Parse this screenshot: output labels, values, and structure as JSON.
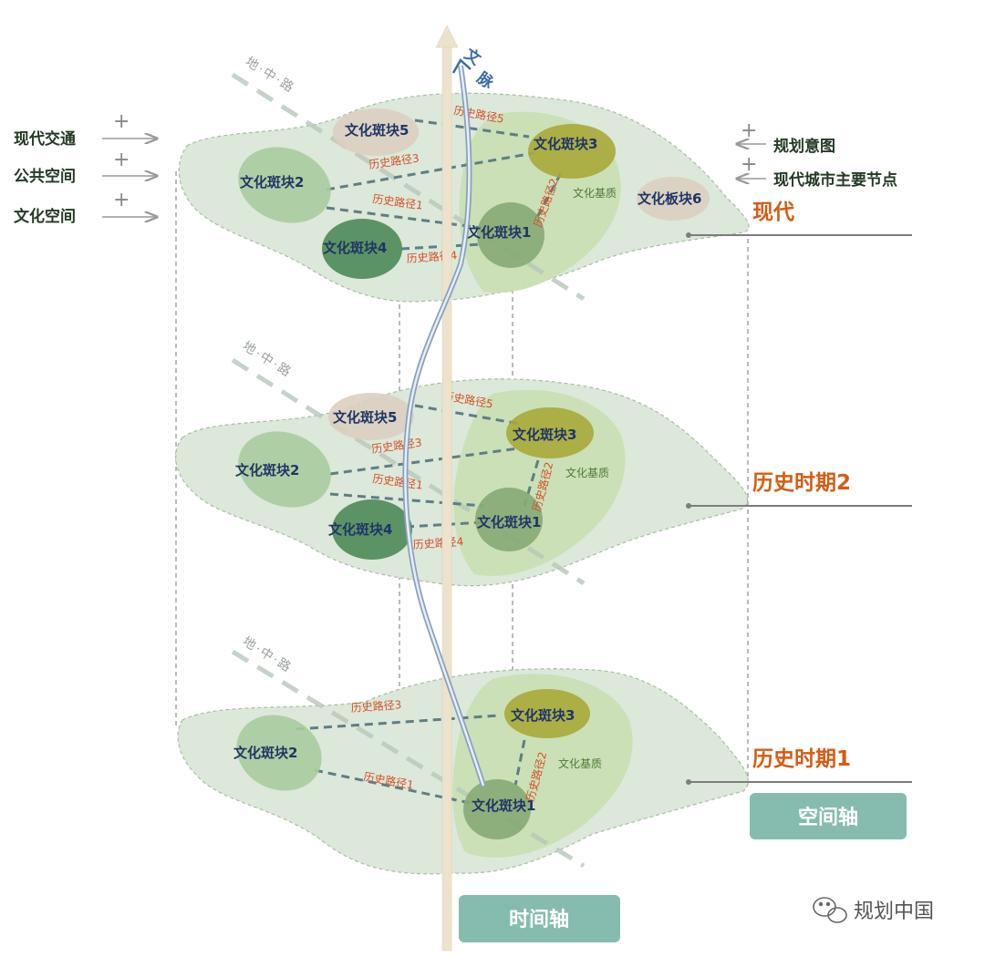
{
  "theme": {
    "layer_fill": "#d9e6d6",
    "layer_stroke": "#a9bda5",
    "highlight_fill": "#c9dfb3",
    "patch_light": "#a9cc9f",
    "patch_mid": "#86aa75",
    "patch_dark": "#4e8a57",
    "patch_olive": "#a9a83a",
    "patch_beige": "#dccfc0",
    "dash_color": "#5f7e84",
    "path_label_color": "#d5502a",
    "period_color": "#d35d14",
    "axis_badge": "#86bcb0"
  },
  "wenmai": {
    "char1": "文",
    "char2": "脉"
  },
  "left_legend": [
    {
      "label": "现代交通",
      "icon": "plus-icon"
    },
    {
      "label": "公共空间",
      "icon": "plus-icon"
    },
    {
      "label": "文化空间",
      "icon": "plus-icon"
    }
  ],
  "right_legend": [
    {
      "label": "规划意图",
      "icon": "plus-icon"
    },
    {
      "label": "现代城市主要节点",
      "icon": "plus-icon"
    }
  ],
  "layers": [
    {
      "period": "现代",
      "road": "地·中·路",
      "base": "文化基质",
      "patches": {
        "p1": "文化斑块1",
        "p2": "文化斑块2",
        "p3": "文化斑块3",
        "p4": "文化斑块4",
        "p5": "文化斑块5",
        "p6": "文化板块6"
      },
      "paths": {
        "r1": "历史路径1",
        "r2": "历史路径2",
        "r3": "历史路径3",
        "r4": "历史路径4",
        "r5": "历史路径5"
      }
    },
    {
      "period": "历史时期2",
      "road": "地·中·路",
      "base": "文化基质",
      "patches": {
        "p1": "文化斑块1",
        "p2": "文化斑块2",
        "p3": "文化斑块3",
        "p4": "文化斑块4",
        "p5": "文化斑块5"
      },
      "paths": {
        "r1": "历史路径1",
        "r2": "历史路径2",
        "r3": "历史路径3",
        "r4": "历史路径4",
        "r5": "历史路径5"
      }
    },
    {
      "period": "历史时期1",
      "road": "地·中·路",
      "base": "文化基质",
      "patches": {
        "p1": "文化斑块1",
        "p2": "文化斑块2",
        "p3": "文化斑块3"
      },
      "paths": {
        "r1": "历史路径1",
        "r2": "历史路径2",
        "r3": "历史路径3"
      }
    }
  ],
  "axes": {
    "space": "空间轴",
    "time": "时间轴"
  },
  "brand": {
    "icon": "wechat-icon",
    "text": "规划中国"
  }
}
